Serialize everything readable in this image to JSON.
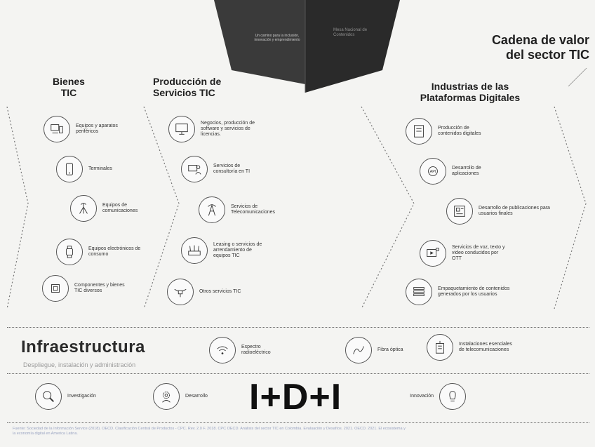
{
  "cover": {
    "text_left": "Un camino para la inclusión, innovación y emprendimiento",
    "text_right": "Mesa Nacional de Contenidos"
  },
  "title": "Cadena de valor del sector TIC",
  "columns": {
    "bienes": {
      "heading": "Bienes TIC",
      "items": [
        {
          "label": "Equipos y aparatos periféricos",
          "icon": "peripherals-icon"
        },
        {
          "label": "Terminales",
          "icon": "phone-icon"
        },
        {
          "label": "Equipos de comunicaciones",
          "icon": "antenna-icon"
        },
        {
          "label": "Equipos electrónicos de consumo",
          "icon": "watch-icon"
        },
        {
          "label": "Componentes y bienes TIC diversos",
          "icon": "chip-icon"
        }
      ]
    },
    "servicios": {
      "heading": "Producción de Servicios TIC",
      "items": [
        {
          "label": "Negocios, producción de software y servicios de licencias.",
          "icon": "monitor-icon"
        },
        {
          "label": "Servicios de consultoría en TI",
          "icon": "consulting-icon"
        },
        {
          "label": "Servicios de Telecomunicaciones",
          "icon": "tower-icon"
        },
        {
          "label": "Leasing o servicios de arrendamiento de equipos TIC",
          "icon": "router-icon"
        },
        {
          "label": "Otros servicios TIC",
          "icon": "drone-icon"
        }
      ]
    },
    "plataformas": {
      "heading": "Industrias de las Plataformas Digitales",
      "items": [
        {
          "label": "Producción de contenidos digitales",
          "icon": "content-icon"
        },
        {
          "label": "Desarrollo de aplicaciones",
          "icon": "api-icon"
        },
        {
          "label": "Desarrollo de publicaciones para usuarios finales",
          "icon": "publication-icon"
        },
        {
          "label": "Servicios de voz, texto y video conducidos por OTT",
          "icon": "video-icon"
        },
        {
          "label": "Empaquetamiento de contenidos generados por los usuarios",
          "icon": "layers-icon"
        }
      ]
    }
  },
  "infraestructura": {
    "title": "Infraestructura",
    "subtitle": "Despliegue, instalación y administración",
    "items": [
      {
        "label": "Espectro radioeléctrico",
        "icon": "wifi-icon"
      },
      {
        "label": "Fibra óptica",
        "icon": "fiber-icon"
      },
      {
        "label": "Instalaciones esenciales de telecomunicaciones",
        "icon": "building-icon"
      }
    ]
  },
  "idi": {
    "title": "I+D+I",
    "items": [
      {
        "label": "Investigación",
        "icon": "magnifier-icon"
      },
      {
        "label": "Desarrollo",
        "icon": "gear-person-icon"
      },
      {
        "label": "Innovación",
        "icon": "lightbulb-icon"
      }
    ]
  },
  "source": "Fuente: Sociedad de la Información Service (2018). OECD. Clasificación Central de Productos - CPC. Rev. 2.0 F. 2018. CPC OECD. Análisis del sector TIC en Colombia. Evaluación y Desafíos. 2021. OECD. 2021. El ecosistema y la economía digital en America Latina."
}
